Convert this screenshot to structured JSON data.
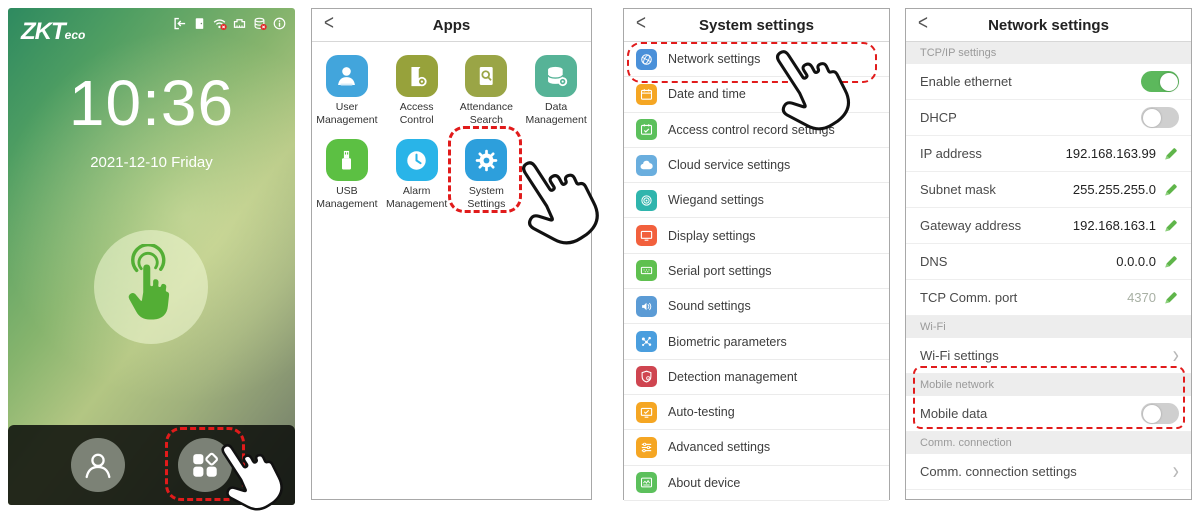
{
  "colors": {
    "highlight_red": "#e11b1b",
    "toggle_on_green": "#5cb85c",
    "toggle_off_gray": "#cfcfcf",
    "pencil_green": "#5fb54a",
    "touch_hand_green": "#53ae35"
  },
  "screens": {
    "lock": {
      "brand": "ZKT",
      "brand_suffix": "eco",
      "time": "10:36",
      "date": "2021-12-10   Friday",
      "status_icons": [
        {
          "icon": "exit-icon",
          "badge": false
        },
        {
          "icon": "door-icon",
          "badge": false
        },
        {
          "icon": "wifi-icon",
          "badge": true
        },
        {
          "icon": "ethernet-icon",
          "badge": false
        },
        {
          "icon": "storage-icon",
          "badge": true
        },
        {
          "icon": "info-icon",
          "badge": false
        }
      ]
    },
    "apps": {
      "back": "<",
      "title": "Apps",
      "items": [
        {
          "label": "User\nManagement",
          "icon": "user-management-icon",
          "color": "#42a5dc"
        },
        {
          "label": "Access Control",
          "icon": "access-control-icon",
          "color": "#97a23b"
        },
        {
          "label": "Attendance\nSearch",
          "icon": "attendance-search-icon",
          "color": "#9aa546"
        },
        {
          "label": "Data\nManagement",
          "icon": "data-management-icon",
          "color": "#56b397"
        },
        {
          "label": "USB\nManagement",
          "icon": "usb-management-icon",
          "color": "#5cc043"
        },
        {
          "label": "Alarm\nManagement",
          "icon": "alarm-management-icon",
          "color": "#29b4e8"
        },
        {
          "label": "System Settings",
          "icon": "system-settings-icon",
          "color": "#2d9fdc"
        }
      ]
    },
    "system": {
      "back": "<",
      "title": "System settings",
      "items": [
        {
          "label": "Network settings",
          "icon": "network-icon",
          "color": "#4a90d9"
        },
        {
          "label": "Date and time",
          "icon": "calendar-icon",
          "color": "#f5a623"
        },
        {
          "label": "Access control record settings",
          "icon": "calendar-check-icon",
          "color": "#5cc05c"
        },
        {
          "label": "Cloud service settings",
          "icon": "cloud-icon",
          "color": "#6aaede"
        },
        {
          "label": "Wiegand settings",
          "icon": "wiegand-icon",
          "color": "#2fb5ad"
        },
        {
          "label": "Display settings",
          "icon": "display-icon",
          "color": "#f2603d"
        },
        {
          "label": "Serial port settings",
          "icon": "serial-port-icon",
          "color": "#5fc04f"
        },
        {
          "label": "Sound settings",
          "icon": "sound-icon",
          "color": "#5b9bd5"
        },
        {
          "label": "Biometric parameters",
          "icon": "biometric-icon",
          "color": "#4a9ede"
        },
        {
          "label": "Detection management",
          "icon": "shield-icon",
          "color": "#cf4550"
        },
        {
          "label": "Auto-testing",
          "icon": "auto-test-icon",
          "color": "#f5a623"
        },
        {
          "label": "Advanced settings",
          "icon": "sliders-icon",
          "color": "#f5a623"
        },
        {
          "label": "About device",
          "icon": "about-icon",
          "color": "#5cc05c"
        }
      ]
    },
    "network": {
      "back": "<",
      "title": "Network settings",
      "rows": [
        {
          "type": "section",
          "label": "TCP/IP settings"
        },
        {
          "type": "toggle",
          "label": "Enable ethernet",
          "on": true
        },
        {
          "type": "toggle",
          "label": "DHCP",
          "on": false
        },
        {
          "type": "value",
          "label": "IP address",
          "value": "192.168.163.99"
        },
        {
          "type": "value",
          "label": "Subnet mask",
          "value": "255.255.255.0"
        },
        {
          "type": "value",
          "label": "Gateway address",
          "value": "192.168.163.1"
        },
        {
          "type": "value",
          "label": "DNS",
          "value": "0.0.0.0"
        },
        {
          "type": "value",
          "label": "TCP Comm. port",
          "value": "4370",
          "muted": true
        },
        {
          "type": "section",
          "label": "Wi-Fi"
        },
        {
          "type": "link",
          "label": "Wi-Fi settings"
        },
        {
          "type": "section",
          "label": "Mobile network"
        },
        {
          "type": "toggle",
          "label": "Mobile data",
          "on": false
        },
        {
          "type": "section",
          "label": "Comm. connection"
        },
        {
          "type": "link",
          "label": "Comm. connection settings"
        }
      ]
    }
  }
}
